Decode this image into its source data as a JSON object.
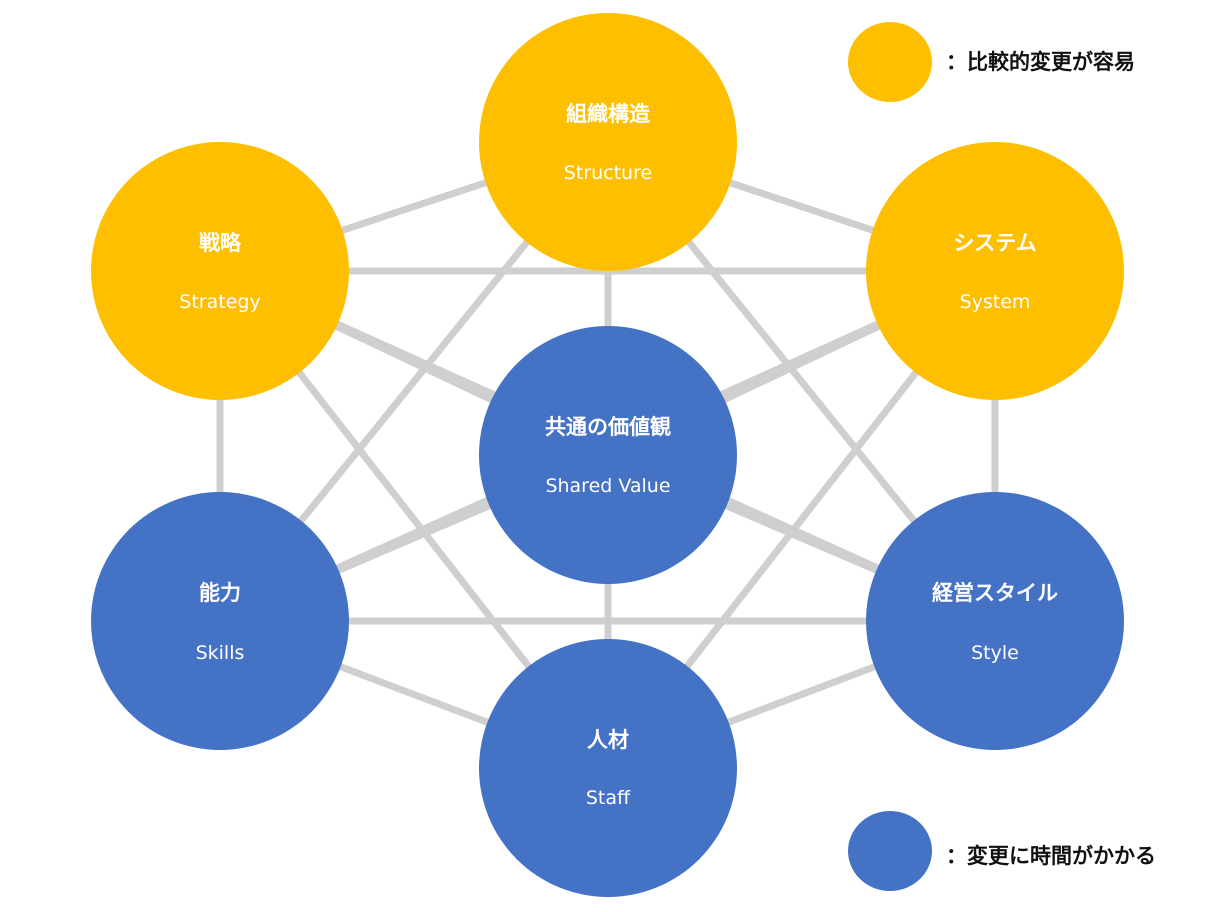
{
  "colors": {
    "easy": "#fdbf00",
    "slow": "#4472c4",
    "edge": "#cfcfcf"
  },
  "nodes": [
    {
      "id": "structure",
      "title": "組織構造",
      "sub": "Structure",
      "group": "easy"
    },
    {
      "id": "strategy",
      "title": "戦略",
      "sub": "Strategy",
      "group": "easy"
    },
    {
      "id": "system",
      "title": "システム",
      "sub": "System",
      "group": "easy"
    },
    {
      "id": "shared_value",
      "title": "共通の価値観",
      "sub": "Shared Value",
      "group": "slow"
    },
    {
      "id": "skills",
      "title": "能力",
      "sub": "Skills",
      "group": "slow"
    },
    {
      "id": "style",
      "title": "経営スタイル",
      "sub": "Style",
      "group": "slow"
    },
    {
      "id": "staff",
      "title": "人材",
      "sub": "Staff",
      "group": "slow"
    }
  ],
  "legend": {
    "easy_label": "：比較的変更が容易",
    "slow_label": "：変更に時間がかかる"
  }
}
